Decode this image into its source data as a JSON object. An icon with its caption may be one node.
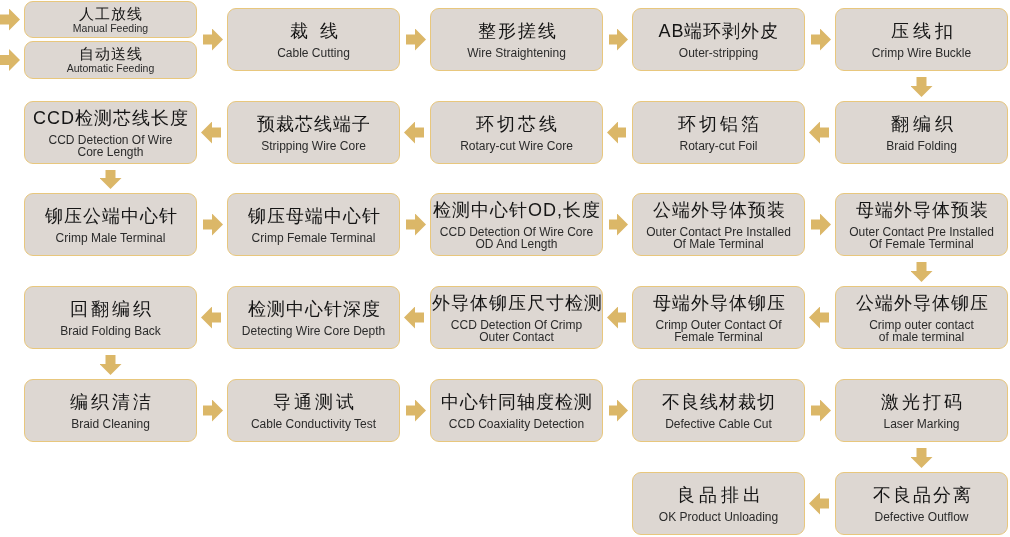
{
  "diagram": {
    "nodes": [
      {
        "text": [
          "人工放线",
          "Manual Feeding"
        ]
      },
      {
        "text": [
          "自动送线",
          "Automatic Feeding"
        ]
      },
      {
        "text": [
          "裁线",
          "Cable Cutting"
        ]
      },
      {
        "text": [
          "整形搓线",
          "Wire Straightening"
        ]
      },
      {
        "text": [
          "AB端环剥外皮",
          "Outer-stripping"
        ]
      },
      {
        "text": [
          "压线扣",
          "Crimp Wire Buckle"
        ]
      },
      {
        "text": [
          "CCD检测芯线长度",
          "CCD Detection Of Wire Core Length"
        ]
      },
      {
        "text": [
          "预裁芯线端子",
          "Stripping Wire Core"
        ]
      },
      {
        "text": [
          "环切芯线",
          "Rotary-cut Wire Core"
        ]
      },
      {
        "text": [
          "环切铝箔",
          "Rotary-cut Foil"
        ]
      },
      {
        "text": [
          "翻编织",
          "Braid Folding"
        ]
      },
      {
        "text": [
          "铆压公端中心针",
          "Crimp Male Terminal"
        ]
      },
      {
        "text": [
          "铆压母端中心针",
          "Crimp Female Terminal"
        ]
      },
      {
        "text": [
          "检测中心针OD,长度",
          "CCD Detection Of Wire Core OD And Length"
        ]
      },
      {
        "text": [
          "公端外导体预装",
          "Outer Contact Pre Installed Of Male Terminal"
        ]
      },
      {
        "text": [
          "母端外导体预装",
          "Outer Contact Pre Installed Of Female Terminal"
        ]
      },
      {
        "text": [
          "回翻编织",
          "Braid Folding Back"
        ]
      },
      {
        "text": [
          "检测中心针深度",
          "Detecting Wire Core Depth"
        ]
      },
      {
        "text": [
          "外导体铆压尺寸检测",
          "CCD Detection Of Crimp Outer Contact"
        ]
      },
      {
        "text": [
          "母端外导体铆压",
          "Crimp Outer Contact Of Female Terminal"
        ]
      },
      {
        "text": [
          "公端外导体铆压",
          "Crimp outer contact of male terminal"
        ]
      },
      {
        "text": [
          "编织清洁",
          "Braid Cleaning"
        ]
      },
      {
        "text": [
          "导通测试",
          "Cable Conductivity Test"
        ]
      },
      {
        "text": [
          "中心针同轴度检测",
          "CCD Coaxiality Detection"
        ]
      },
      {
        "text": [
          "不良线材裁切",
          "Defective Cable Cut"
        ]
      },
      {
        "text": [
          "激光打码",
          "Laser Marking"
        ]
      },
      {
        "text": [
          "良品排出",
          "OK Product Unloading"
        ]
      },
      {
        "text": [
          "不良品分离",
          "Defective Outflow"
        ]
      }
    ],
    "edges": [
      {
        "from": null,
        "to": 0,
        "arrow": "to"
      },
      {
        "from": null,
        "to": 1,
        "arrow": "to"
      },
      {
        "from": 0,
        "to": 2,
        "arrow": "to"
      },
      {
        "from": 1,
        "to": 2,
        "arrow": "to"
      },
      {
        "from": 2,
        "to": 3,
        "arrow": "to"
      },
      {
        "from": 3,
        "to": 4,
        "arrow": "to"
      },
      {
        "from": 4,
        "to": 5,
        "arrow": "to"
      },
      {
        "from": 5,
        "to": 10,
        "arrow": "to"
      },
      {
        "from": 10,
        "to": 9,
        "arrow": "to"
      },
      {
        "from": 9,
        "to": 8,
        "arrow": "to"
      },
      {
        "from": 8,
        "to": 7,
        "arrow": "to"
      },
      {
        "from": 7,
        "to": 6,
        "arrow": "to"
      },
      {
        "from": 6,
        "to": 11,
        "arrow": "to"
      },
      {
        "from": 11,
        "to": 12,
        "arrow": "to"
      },
      {
        "from": 12,
        "to": 13,
        "arrow": "to"
      },
      {
        "from": 13,
        "to": 14,
        "arrow": "to"
      },
      {
        "from": 14,
        "to": 15,
        "arrow": "to"
      },
      {
        "from": 15,
        "to": 20,
        "arrow": "to"
      },
      {
        "from": 20,
        "to": 19,
        "arrow": "to"
      },
      {
        "from": 19,
        "to": 18,
        "arrow": "to"
      },
      {
        "from": 18,
        "to": 17,
        "arrow": "to"
      },
      {
        "from": 17,
        "to": 16,
        "arrow": "to"
      },
      {
        "from": 16,
        "to": 21,
        "arrow": "to"
      },
      {
        "from": 21,
        "to": 22,
        "arrow": "to"
      },
      {
        "from": 22,
        "to": 23,
        "arrow": "to"
      },
      {
        "from": 23,
        "to": 24,
        "arrow": "to"
      },
      {
        "from": 24,
        "to": 25,
        "arrow": "to"
      },
      {
        "from": 25,
        "to": 27,
        "arrow": "to"
      },
      {
        "from": 27,
        "to": 26,
        "arrow": "to"
      }
    ]
  }
}
